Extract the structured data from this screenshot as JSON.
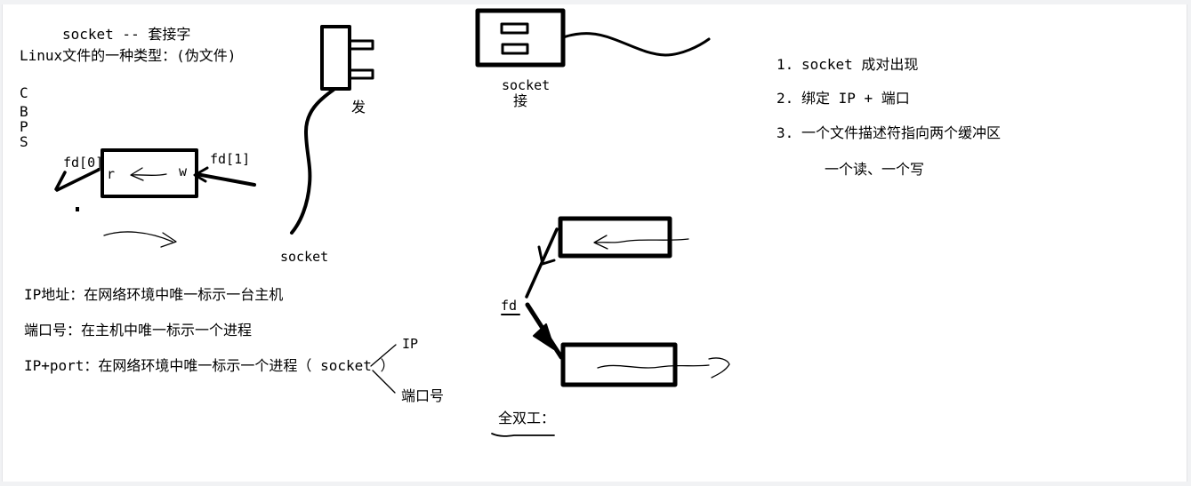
{
  "frame": {
    "bg": "#f1f2f4",
    "canvas_bg": "#ffffff",
    "ink": "#000000"
  },
  "notes": {
    "title": "socket -- 套接字",
    "subtitle": "Linux文件的一种类型：(伪文件)",
    "letters": [
      "C",
      "B",
      "P",
      "S"
    ]
  },
  "pipe": {
    "fd0": "fd[0]",
    "fd1": "fd[1]",
    "read_end": "r",
    "write_end": "w"
  },
  "plug": {
    "send": "发",
    "socket": "socket"
  },
  "outlet": {
    "socket": "socket",
    "receive": "接"
  },
  "list": {
    "items": [
      {
        "num": "1.",
        "text": "socket 成对出现"
      },
      {
        "num": "2.",
        "text": "绑定 IP + 端口"
      },
      {
        "num": "3.",
        "text": "一个文件描述符指向两个缓冲区"
      }
    ],
    "sub": "一个读、一个写"
  },
  "definitions": {
    "ip": "IP地址：在网络环境中唯一标示一台主机",
    "port": "端口号：在主机中唯一标示一个进程",
    "ip_port": "IP+port：在网络环境中唯一标示一个进程（ socket ）",
    "branch_ip": "IP",
    "branch_port": "端口号"
  },
  "fd_tree": {
    "fd": "fd",
    "duplex": "全双工："
  }
}
